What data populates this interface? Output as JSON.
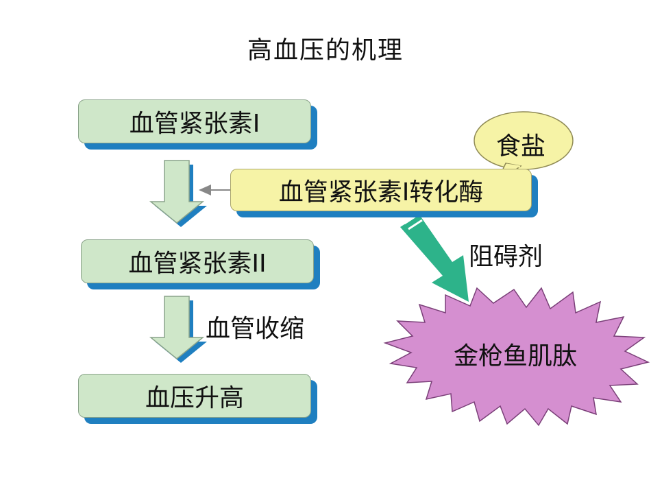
{
  "title": "高血压的机理",
  "nodes": {
    "angiotensin1": "血管紧张素I",
    "angiotensin2": "血管紧张素II",
    "bp_rise": "血压升高",
    "ace": "血管紧张素I转化酶",
    "salt": "食盐",
    "tuna_peptide": "金枪鱼肌肽"
  },
  "labels": {
    "vasoconstriction": "血管收缩",
    "inhibitor": "阻碍剂"
  }
}
